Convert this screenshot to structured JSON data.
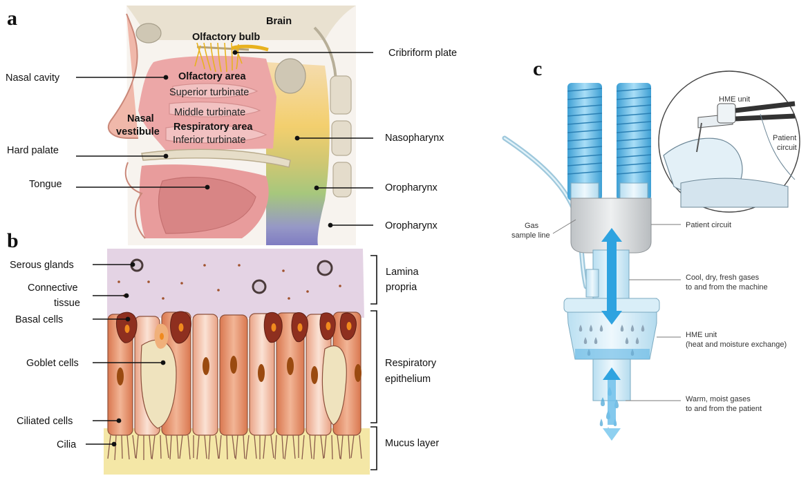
{
  "panel_a": {
    "letter": "a",
    "labels": {
      "brain": "Brain",
      "olfactory_bulb": "Olfactory bulb",
      "cribriform_plate": "Cribriform plate",
      "nasal_cavity": "Nasal cavity",
      "olfactory_area": "Olfactory area",
      "superior_turbinate": "Superior turbinate",
      "middle_turbinate": "Middle turbinate",
      "respiratory_area": "Respiratory area",
      "inferior_turbinate": "Inferior turbinate",
      "nasal_vestibule_line1": "Nasal",
      "nasal_vestibule_line2": "vestibule",
      "nasopharynx": "Nasopharynx",
      "hard_palate": "Hard palate",
      "tongue": "Tongue",
      "oropharynx_1": "Oropharynx",
      "oropharynx_2": "Oropharynx"
    }
  },
  "panel_b": {
    "letter": "b",
    "labels": {
      "serous_glands": "Serous glands",
      "connective_tissue_line1": "Connective",
      "connective_tissue_line2": "tissue",
      "basal_cells": "Basal cells",
      "goblet_cells": "Goblet cells",
      "ciliated_cells": "Ciliated cells",
      "cilia": "Cilia",
      "lamina_propria_line1": "Lamina",
      "lamina_propria_line2": "propria",
      "respiratory_epithelium_line1": "Respiratory",
      "respiratory_epithelium_line2": "epithelium",
      "mucus_layer": "Mucus layer"
    }
  },
  "panel_c": {
    "letter": "c",
    "labels": {
      "hme_unit_inset": "HME unit",
      "patient_circuit_inset_line1": "Patient",
      "patient_circuit_inset_line2": "circuit",
      "gas_sample_line_line1": "Gas",
      "gas_sample_line_line2": "sample line",
      "patient_circuit": "Patient circuit",
      "cool_gases_line1": "Cool, dry, fresh gases",
      "cool_gases_line2": "to and from the machine",
      "hme_unit_line1": "HME unit",
      "hme_unit_line2": "(heat and moisture exchange)",
      "warm_gases_line1": "Warm, moist gases",
      "warm_gases_line2": "to and from the patient"
    }
  },
  "colors": {
    "nasal_tissue": "#eca7a7",
    "bone": "#e6ddc8",
    "nasopharynx_yellow": "#f3d06e",
    "oropharynx_green": "#a9c67a",
    "oropharynx_purple": "#8b86c4",
    "olfactory_nerves": "#e8b21f",
    "lamina_propria": "#e4d3e4",
    "cell_salmon": "#de8660",
    "goblet_cream": "#efe3be",
    "mucus": "#f4e7a6",
    "hme_tube_blue": "#6fc3ec",
    "flow_arrow_blue": "#2ea3e0"
  }
}
